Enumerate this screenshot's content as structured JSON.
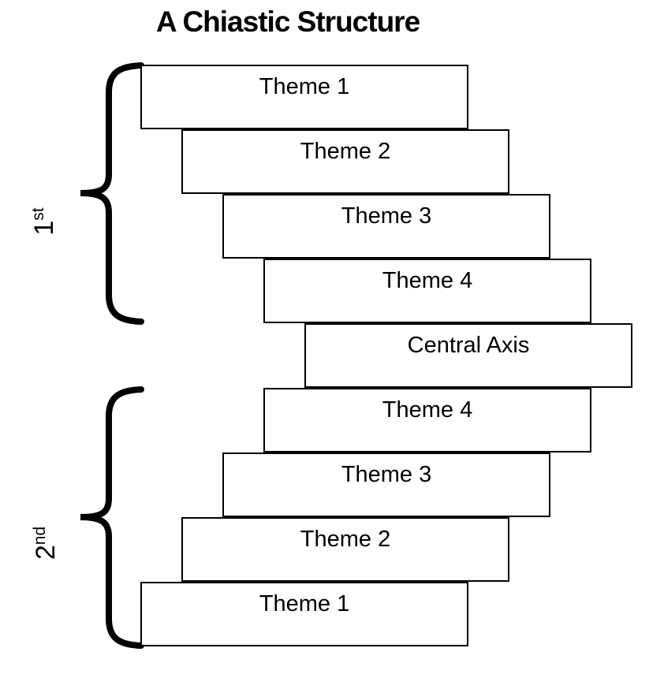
{
  "title": "A Chiastic Structure",
  "diagram": {
    "boxes": [
      {
        "label": "Theme 1"
      },
      {
        "label": "Theme 2"
      },
      {
        "label": "Theme 3"
      },
      {
        "label": "Theme 4"
      },
      {
        "label": "Central Axis"
      },
      {
        "label": "Theme 4"
      },
      {
        "label": "Theme 3"
      },
      {
        "label": "Theme 2"
      },
      {
        "label": "Theme 1"
      }
    ],
    "groups": [
      {
        "base": "1",
        "sup": "st"
      },
      {
        "base": "2",
        "sup": "nd"
      }
    ],
    "colors": {
      "line": "#000000",
      "background": "#ffffff",
      "text": "#000000"
    }
  }
}
